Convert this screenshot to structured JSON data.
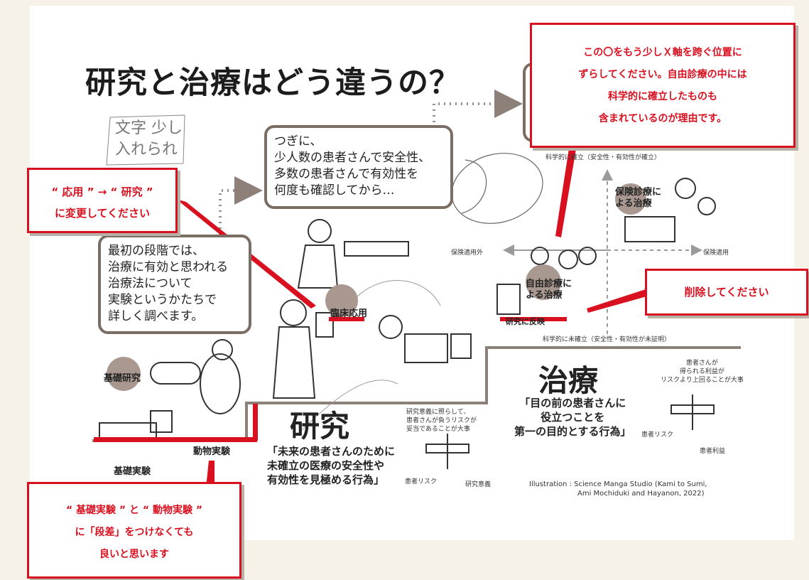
{
  "poster": {
    "title": "研究と治療はどう違うの？",
    "handwriting": "文字 少し 入れられ",
    "box_first": [
      "最初の段階では、",
      "治療に有効と思われる",
      "治療法について",
      "実験というかたちで",
      "詳しく調べます。"
    ],
    "box_next": [
      "つぎに、",
      "少人数の患者さんで安全性、",
      "多数の患者さんで有効性を",
      "何度も確認してから…"
    ],
    "stage_basic_research": "基礎研究",
    "stage_basic_experiment": "基礎実験",
    "stage_animal_experiment": "動物実験",
    "stage_clinical_application": "臨床応用",
    "research_heading": "研究",
    "research_subtitle": [
      "「未来の患者さんのために",
      "未確立の医療の安全性や",
      "有効性を見極める行為」"
    ],
    "research_scale_note": [
      "研究意義に照らして、",
      "患者さんが負うリスクが",
      "妥当であることが大事"
    ],
    "research_scale_left": "患者リスク",
    "research_scale_right": "研究意義",
    "treatment_heading": "治療",
    "treatment_subtitle": [
      "「目の前の患者さんに",
      "役立つことを",
      "第一の目的とする行為」"
    ],
    "treatment_scale_note": [
      "患者さんが",
      "得られる利益が",
      "リスクより上回ることが大事"
    ],
    "treatment_scale_left": "患者リスク",
    "treatment_scale_right": "患者利益",
    "axis_top": "科学的に確立（安全性・有効性が確立）",
    "axis_bottom": "科学的に未確立（安全性・有効性が未証明）",
    "axis_left": "保険適用外",
    "axis_right": "保険適用",
    "insurance_treatment": [
      "保険診療に",
      "よる治療"
    ],
    "free_treatment": [
      "自由診療に",
      "よる治療"
    ],
    "research_feedback": "研究に反映",
    "credit": [
      "Illustration : Science Manga Studio (Kami to Sumi,",
      "Ami Mochiduki and Hayanon, 2022)"
    ]
  },
  "annotations": {
    "top_right": [
      "この〇をもう少しＸ軸を跨ぐ位置に",
      "ずらしてください。自由診療の中には",
      "科学的に確立したものも",
      "含まれているのが理由です。"
    ],
    "left": [
      "“ 応用 ” → “ 研究 ”",
      "に変更してください"
    ],
    "right": "削除してください",
    "bottom": [
      "“ 基礎実験 ” と “ 動物実験 ”",
      "に「段差」をつけなくても",
      "良いと思います"
    ]
  },
  "colors": {
    "annotation_red": "#d8101f",
    "frame_brown": "#7a6e64",
    "background": "#f6f2e8",
    "circle": "#a99890"
  }
}
